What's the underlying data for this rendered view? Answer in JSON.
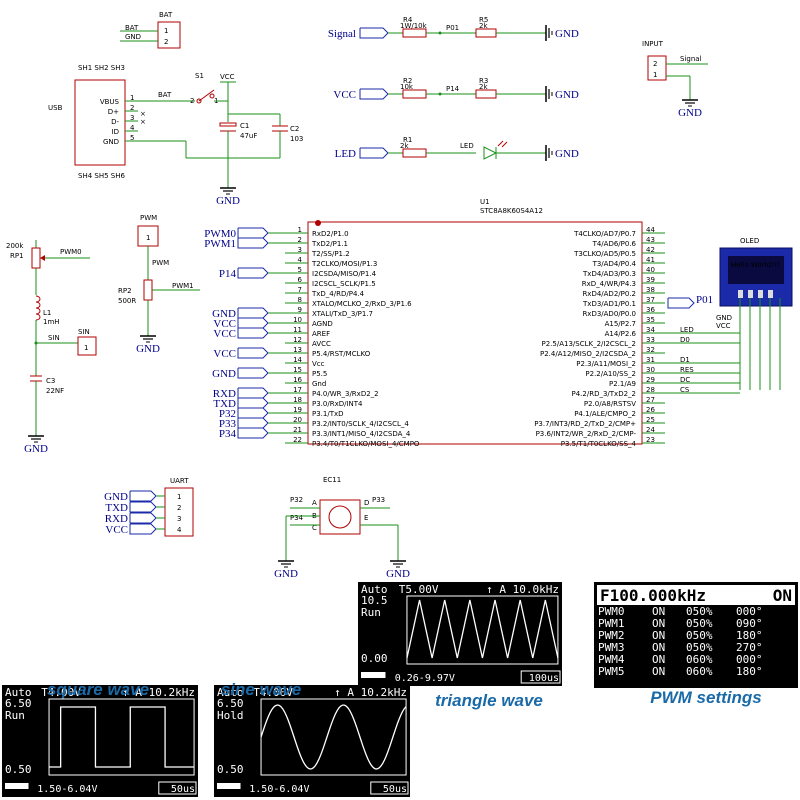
{
  "colors": {
    "wire": "#1a8f1a",
    "part": "#b00000",
    "label": "#00008b",
    "chip": "#ffffff",
    "screen": "#000000",
    "accent": "#1a6aa8"
  },
  "schematic": {
    "bat": {
      "ref": "BAT",
      "plus": "BAT",
      "gnd": "GND",
      "pins": [
        "1",
        "2"
      ]
    },
    "usb": {
      "ref": "USB",
      "pins": [
        "VBUS",
        "D+",
        "D-",
        "ID",
        "GND"
      ],
      "numbers": [
        "1",
        "2",
        "3",
        "4",
        "5"
      ],
      "side_top": "SH1 SH2 SH3",
      "side_bottom": "SH4 SH5 SH6"
    },
    "s1": {
      "ref": "S1",
      "net": "BAT",
      "pins": [
        "2",
        "1"
      ]
    },
    "vcc_top": "VCC",
    "c1": {
      "ref": "C1",
      "value": "47uF"
    },
    "c2": {
      "ref": "C2",
      "value": "103"
    },
    "gnd_label": "GND",
    "signal_row": {
      "port": "Signal",
      "r_a": "R4",
      "r_a_val": "1W/10k",
      "net": "P01",
      "r_b": "R5",
      "r_b_val": "2k",
      "end": "GND"
    },
    "vcc_row": {
      "port": "VCC",
      "r_a": "R2",
      "r_a_val": "10k",
      "net": "P14",
      "r_b": "R3",
      "r_b_val": "2k",
      "end": "GND"
    },
    "led_row": {
      "port": "LED",
      "r_a": "R1",
      "r_a_val": "2k",
      "diode": "LED",
      "end": "GND"
    },
    "input": {
      "ref": "INPUT",
      "net": "Signal",
      "pins": [
        "2",
        "1"
      ],
      "end": "GND"
    },
    "rp1": {
      "ref": "RP1",
      "value": "200k",
      "net": "PWM0"
    },
    "l1": {
      "ref": "L1",
      "value": "1mH"
    },
    "sin": {
      "ref": "SIN",
      "net": "SIN",
      "pin": "1"
    },
    "c3": {
      "ref": "C3",
      "value": "22NF"
    },
    "pwm": {
      "ref": "PWM",
      "net": "PWM",
      "pin": "1"
    },
    "rp2": {
      "ref": "RP2",
      "value": "500R",
      "net": "PWM1"
    },
    "u1": {
      "ref": "U1",
      "part": "STC8A8K60S4A12",
      "left_ports": [
        "PWM0",
        "PWM1",
        "",
        "",
        "P14",
        "",
        "",
        "",
        "GND",
        "VCC",
        "VCC",
        "",
        "VCC",
        "",
        "GND",
        "",
        "RXD",
        "TXD",
        "P32",
        "P33",
        "P34",
        ""
      ],
      "left_pins": [
        {
          "n": "1",
          "name": "RxD2/P1.0"
        },
        {
          "n": "2",
          "name": "TxD2/P1.1"
        },
        {
          "n": "3",
          "name": "T2/SS/P1.2"
        },
        {
          "n": "4",
          "name": "T2CLKO/MOSI/P1.3"
        },
        {
          "n": "5",
          "name": "I2CSDA/MISO/P1.4"
        },
        {
          "n": "6",
          "name": "I2CSCL_SCLK/P1.5"
        },
        {
          "n": "7",
          "name": "TxD_4/RD/P4.4"
        },
        {
          "n": "8",
          "name": "XTALO/MCLKO_2/RxD_3/P1.6"
        },
        {
          "n": "9",
          "name": "XTALI/TxD_3/P1.7"
        },
        {
          "n": "10",
          "name": "AGND"
        },
        {
          "n": "11",
          "name": "AREF"
        },
        {
          "n": "12",
          "name": "AVCC"
        },
        {
          "n": "13",
          "name": "P5.4/RST/MCLKO"
        },
        {
          "n": "14",
          "name": "Vcc"
        },
        {
          "n": "15",
          "name": "P5.5"
        },
        {
          "n": "16",
          "name": "Gnd"
        },
        {
          "n": "17",
          "name": "P4.0/WR_3/RxD2_2"
        },
        {
          "n": "18",
          "name": "P3.0/RxD/INT4"
        },
        {
          "n": "19",
          "name": "P3.1/TxD"
        },
        {
          "n": "20",
          "name": "P3.2/INT0/SCLK_4/I2CSCL_4"
        },
        {
          "n": "21",
          "name": "P3.3/INT1/MISO_4/I2CSDA_4"
        },
        {
          "n": "22",
          "name": "P3.4/T0/T1CLKO/MOSI_4/CMPO"
        }
      ],
      "right_pins": [
        {
          "n": "44",
          "name": "T4CLKO/AD7/P0.7"
        },
        {
          "n": "43",
          "name": "T4/AD6/P0.6"
        },
        {
          "n": "42",
          "name": "T3CLKO/AD5/P0.5"
        },
        {
          "n": "41",
          "name": "T3/AD4/P0.4"
        },
        {
          "n": "40",
          "name": "TxD4/AD3/P0.3"
        },
        {
          "n": "39",
          "name": "RxD_4/WR/P4.3"
        },
        {
          "n": "38",
          "name": "RxD4/AD2/P0.2"
        },
        {
          "n": "37",
          "name": "TxD3/AD1/P0.1"
        },
        {
          "n": "36",
          "name": "RxD3/AD0/P0.0"
        },
        {
          "n": "35",
          "name": "A15/P2.7"
        },
        {
          "n": "34",
          "name": "A14/P2.6"
        },
        {
          "n": "33",
          "name": "P2.5/A13/SCLK_2/I2CSCL_2"
        },
        {
          "n": "32",
          "name": "P2.4/A12/MISO_2/I2CSDA_2"
        },
        {
          "n": "31",
          "name": "P2.3/A11/MOSI_2"
        },
        {
          "n": "30",
          "name": "P2.2/A10/SS_2"
        },
        {
          "n": "29",
          "name": "P2.1/A9"
        },
        {
          "n": "28",
          "name": "P4.2/RD_3/TxD2_2"
        },
        {
          "n": "27",
          "name": "P2.0/A8/RSTSV"
        },
        {
          "n": "26",
          "name": "P4.1/ALE/CMPO_2"
        },
        {
          "n": "25",
          "name": "P3.7/INT3/RD_2/TxD_2/CMP+"
        },
        {
          "n": "24",
          "name": "P3.6/INT2/WR_2/RxD_2/CMP-"
        },
        {
          "n": "23",
          "name": "P3.5/T1/T0CLKO/SS_4"
        }
      ],
      "right_port": "P01",
      "right_nets": {
        "34": "LED",
        "33": "D0",
        "31": "D1",
        "30": "RES",
        "29": "DC",
        "28": "CS"
      }
    },
    "oled": {
      "ref": "OLED",
      "screen_text": "Hello World!!!",
      "nets": [
        "GND",
        "VCC"
      ]
    },
    "uart": {
      "ref": "UART",
      "ports": [
        "GND",
        "TXD",
        "RXD",
        "VCC"
      ],
      "pins": [
        "1",
        "2",
        "3",
        "4"
      ]
    },
    "ec11": {
      "ref": "EC11",
      "pins": [
        "A",
        "B",
        "C",
        "D",
        "E"
      ],
      "nets": [
        "P32",
        "P33",
        "P34"
      ],
      "gnd": [
        "GND",
        "GND"
      ]
    }
  },
  "screens": {
    "triangle": {
      "mode": "Auto",
      "time": "T5.00V",
      "trig": "A 10.0kHz",
      "vmax": "10.5",
      "state": "Run",
      "vmin": "0.00",
      "range": "0.26-9.97V",
      "timebase": "100us",
      "caption": "triangle wave"
    },
    "square": {
      "mode": "Auto",
      "time": "T4.00V",
      "trig": "A 10.2kHz",
      "vmax": "6.50",
      "state": "Run",
      "vmin": "0.50",
      "range": "1.50-6.04V",
      "timebase": "50us",
      "caption": "square wave"
    },
    "sine": {
      "mode": "Auto",
      "time": "T4.00V",
      "trig": "A 10.2kHz",
      "vmax": "6.50",
      "state": "Hold",
      "vmin": "0.50",
      "range": "1.50-6.04V",
      "timebase": "50us",
      "caption": "sine wave"
    },
    "pwm": {
      "freq": "F100.000kHz",
      "state": "ON",
      "caption": "PWM settings",
      "rows": [
        {
          "ch": "PWM0",
          "on": "ON",
          "duty": "050%",
          "phase": "000°"
        },
        {
          "ch": "PWM1",
          "on": "ON",
          "duty": "050%",
          "phase": "090°"
        },
        {
          "ch": "PWM2",
          "on": "ON",
          "duty": "050%",
          "phase": "180°"
        },
        {
          "ch": "PWM3",
          "on": "ON",
          "duty": "050%",
          "phase": "270°"
        },
        {
          "ch": "PWM4",
          "on": "ON",
          "duty": "060%",
          "phase": "000°"
        },
        {
          "ch": "PWM5",
          "on": "ON",
          "duty": "060%",
          "phase": "180°"
        }
      ]
    }
  }
}
